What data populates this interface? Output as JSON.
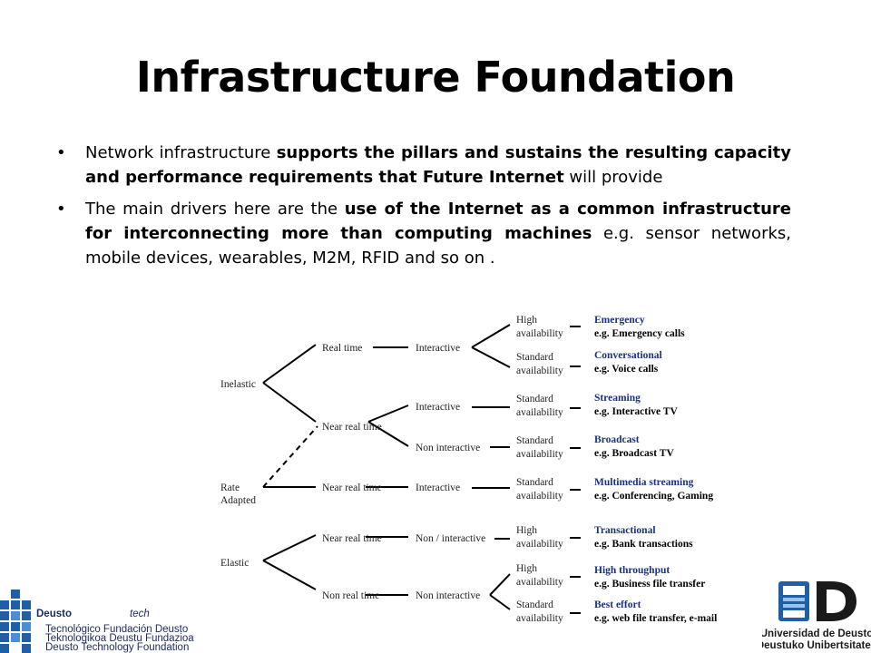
{
  "title": "Infrastructure Foundation",
  "bullets": [
    {
      "p1": "Network infrastructure ",
      "b1": "supports the pillars and sustains the resulting capacity and performance requirements that Future Internet",
      "p2": " will provide"
    },
    {
      "p1": "The main drivers here are the ",
      "b1": "use of the Internet as a common infrastructure for interconnecting more than computing machines",
      "p2": " e.g. sensor networks, mobile devices, wearables, M2M, RFID and so on ."
    }
  ],
  "diagram": {
    "root_nodes": [
      "Inelastic",
      "Rate",
      "Adapted",
      "Elastic"
    ],
    "timing_nodes": [
      "Real time",
      "Near real time",
      "Near real time",
      "Near real time",
      "Non real time"
    ],
    "interaction_nodes": [
      "Interactive",
      "Interactive",
      "Non interactive",
      "Interactive",
      "Non / interactive",
      "Non interactive"
    ],
    "availability_nodes": [
      [
        "High",
        "availability"
      ],
      [
        "Standard",
        "availability"
      ],
      [
        "Standard",
        "availability"
      ],
      [
        "Standard",
        "availability"
      ],
      [
        "Standard",
        "availability"
      ],
      [
        "High",
        "availability"
      ],
      [
        "High",
        "availability"
      ],
      [
        "Standard",
        "availability"
      ]
    ],
    "services": [
      {
        "name": "Emergency",
        "example": "e.g. Emergency calls"
      },
      {
        "name": "Conversational",
        "example": "e.g. Voice calls"
      },
      {
        "name": "Streaming",
        "example": "e.g. Interactive TV"
      },
      {
        "name": "Broadcast",
        "example": "e.g. Broadcast TV"
      },
      {
        "name": "Multimedia streaming",
        "example": "e.g. Conferencing, Gaming"
      },
      {
        "name": "Transactional",
        "example": "e.g. Bank transactions"
      },
      {
        "name": "High throughput",
        "example": "e.g. Business file transfer"
      },
      {
        "name": "Best effort",
        "example": "e.g. web file transfer, e-mail"
      }
    ]
  },
  "logos": {
    "left": {
      "brand1": "Deusto",
      "brand2": "tech",
      "line1": "Tecnológico Fundación Deusto",
      "line2": "Teknologikoa Deustu Fundazioa",
      "line3": "Deusto Technology Foundation"
    },
    "right": {
      "line1": "Universidad de Deusto",
      "line2": "Deustuko Unibertsitatea"
    }
  },
  "colors": {
    "service_blue": "#1a2f8a",
    "logo_blue": "#1f5fa8",
    "logo_navy": "#1b2a5e"
  }
}
